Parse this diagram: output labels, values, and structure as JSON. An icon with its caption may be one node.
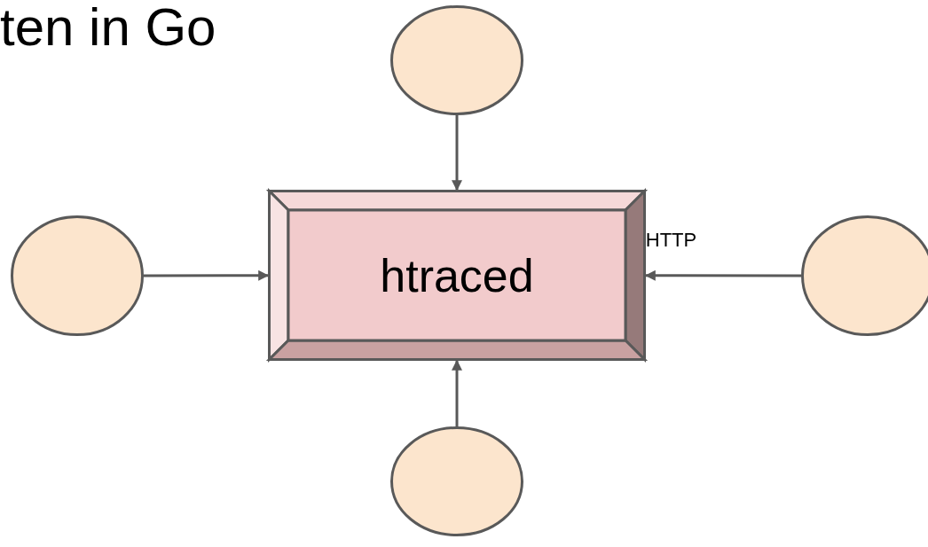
{
  "diagram": {
    "title": "ten in Go",
    "nodes": [
      {
        "text": [],
        "shape": "circle"
      },
      {
        "text": [],
        "shape": "circle"
      },
      {
        "text": [
          "htraced"
        ]
      },
      {
        "text": [],
        "shape": "circle"
      },
      {
        "text": [],
        "shape": "circle"
      }
    ],
    "edges": [
      {
        "from": 0,
        "to": 2,
        "arrow": "to"
      },
      {
        "from": 1,
        "to": 2,
        "arrow": "to"
      },
      {
        "from": 3,
        "to": 2,
        "arrow": "to",
        "label": "HTTP"
      },
      {
        "from": 4,
        "to": 2,
        "arrow": "to"
      }
    ]
  }
}
